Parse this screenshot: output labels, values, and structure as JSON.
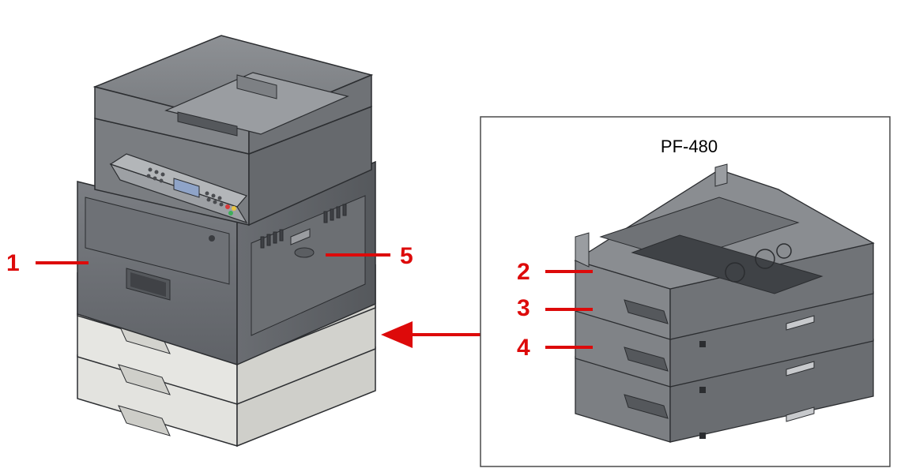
{
  "colors": {
    "callout": "#dd0a0a",
    "device_dark": "#6d7075",
    "device_mid": "#85888c",
    "device_light": "#9ea1a5",
    "device_edge": "#2b2d30",
    "tray_light": "#e6e6e2",
    "tray_shade": "#cfcfca",
    "frame": "#4a4a4a"
  },
  "inset": {
    "title": "PF-480"
  },
  "callouts": [
    {
      "id": "1",
      "label": "1"
    },
    {
      "id": "2",
      "label": "2"
    },
    {
      "id": "3",
      "label": "3"
    },
    {
      "id": "4",
      "label": "4"
    },
    {
      "id": "5",
      "label": "5"
    }
  ],
  "icons": {
    "machine": "multifunction-printer-icon",
    "unit": "paper-feeder-icon",
    "arrow": "left-arrow-icon"
  }
}
